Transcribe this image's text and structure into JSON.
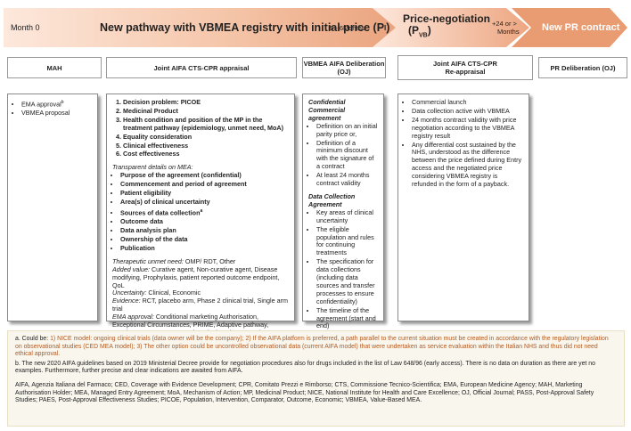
{
  "timeline": {
    "month0": "Month 0",
    "main_title_prefix": "New pathway with VBMEA registry with initial price (P",
    "main_title_sub": "I",
    "main_title_suffix": ")",
    "months_range": "5 - 6Months",
    "price_neg_line1": "Price-negotiation",
    "price_neg_line2_prefix": "(P",
    "price_neg_line2_sub": "VB",
    "price_neg_line2_suffix": ")",
    "plus24_line1": "+24 or >",
    "plus24_line2": "Months",
    "new_pr": "New PR contract",
    "colors": {
      "arrow_dark": "#e9a27c",
      "arrow_light": "#fbe3d5",
      "arrow_mid": "#f0b896"
    }
  },
  "headers": {
    "mah": "MAH",
    "joint_appraisal": "Joint AIFA CTS-CPR appraisal",
    "vbmea_deliberation": "VBMEA AIFA Deliberation (OJ)",
    "reappraisal_line1": "Joint AIFA CTS-CPR",
    "reappraisal_line2": "Re-appraisal",
    "pr_deliberation": "PR Deliberation (OJ)"
  },
  "mah_panel": {
    "items": [
      "EMA approval",
      "VBMEA proposal"
    ],
    "ema_sup": "b"
  },
  "appraisal_panel": {
    "numbered": [
      "Decision problem: PICOE",
      "Medicinal Product",
      "Health condition and position of the MP in the treatment pathway (epidemiology, unmet need, MoA)",
      "Equality consideration",
      "Clinical effectiveness",
      "Cost effectiveness"
    ],
    "transparent_title": "Transparent details on MEA:",
    "transparent_items": [
      "Purpose of the agreement (confidential)",
      "Commencement and period of agreement",
      "Patient eligibility",
      "Area(s) of clinical uncertainty",
      "Sources of data collection",
      "Outcome data",
      "Data analysis plan",
      "Ownership of the data",
      "Publication"
    ],
    "sources_sup": "a",
    "unmet_label": "Therapeutic unmet need:",
    "unmet_value": " OMP/ RDT, Other",
    "added_label": "Added value:",
    "added_value": " Curative agent, Non-curative agent, Disease modifying, Prophylaxis, patient reported outcome endpoint, QoL",
    "uncertainty_label": "Uncertainty:",
    "uncertainty_value": " Clinical, Economic",
    "evidence_label": "Evidence:",
    "evidence_value": " RCT, placebo arm, Phase 2 clinical trial, Single arm trial",
    "ema_label": "EMA approval:",
    "ema_value": " Conditional marketing Authorisation, Exceptional Circumstances, PRIME, Adaptive pathway, Accelerate Assessment, Orphan designation, PASS/ PAES"
  },
  "deliberation_panel": {
    "cca_title": "Confidential Commercial agreement",
    "cca_items": [
      "Definition on an initial parity price or,",
      "Definition of  a minimum discount with the signature of a contract",
      "At least 24 months contract validity"
    ],
    "dca_title": "Data Collection Agreement",
    "dca_items": [
      "Key areas of clinical uncertainty",
      "The eligible population and rules for continuing treatments",
      "The specification for data collections (including data sources and transfer processes to ensure confidentiality)",
      "The timeline of the agreement (start and end)"
    ]
  },
  "reappraisal_panel": {
    "items": [
      "Commercial launch",
      "Data collection active with VBMEA",
      "24 months contract validity with price negotiation according to the VBMEA registry result",
      "Any differential cost sustained by the NHS, understood as the difference between the price defined during Entry access and the negotiated price considering VBMEA registry is refunded in the form of a payback."
    ]
  },
  "footnotes": {
    "a_prefix": "a. Could be: ",
    "a_orange": "1) NICE model: ongoing clinical trials (data owner will be the company); 2) If the AIFA platform is preferred, a path parallel to the current situation must be created in accordance with the regulatory legislation on observational studies (CED MEA model); 3) The other option could be uncontrolled observational data (current AIFA model) that were undertaken as service evaluation within the Italian NHS and thus did not need ethical approval.",
    "b": "b. The new 2020 AIFA guidelines based on 2019 Ministerial Decree provide for negotiation procedures also for drugs included in the list of Law 648/96 (early access). There is no data on duration as there are yet no examples. Furthermore, further precise and clear indications are awaited from AIFA.",
    "abbreviations": "AIFA, Agenzia Italiana del Farmaco; CED, Coverage with Evidence Development; CPR, Comitato Prezzi e Rimborso; CTS, Commissione Tecnico-Scientifica; EMA, European Medicine Agency; MAH, Marketing Authorisation Holder; MEA, Managed Entry Agreement; MoA, Mechanism of Action; MP, Medicinal Product; NICE, National Institute for Health and Care Excellence; OJ, Official Journal; PASS, Post-Approval Safety Studies; PAES, Post-Approval Effectiveness Studies; PICOE, Population, Intervention, Comparator, Outcome, Economic; VBMEA, Value-Based MEA."
  }
}
